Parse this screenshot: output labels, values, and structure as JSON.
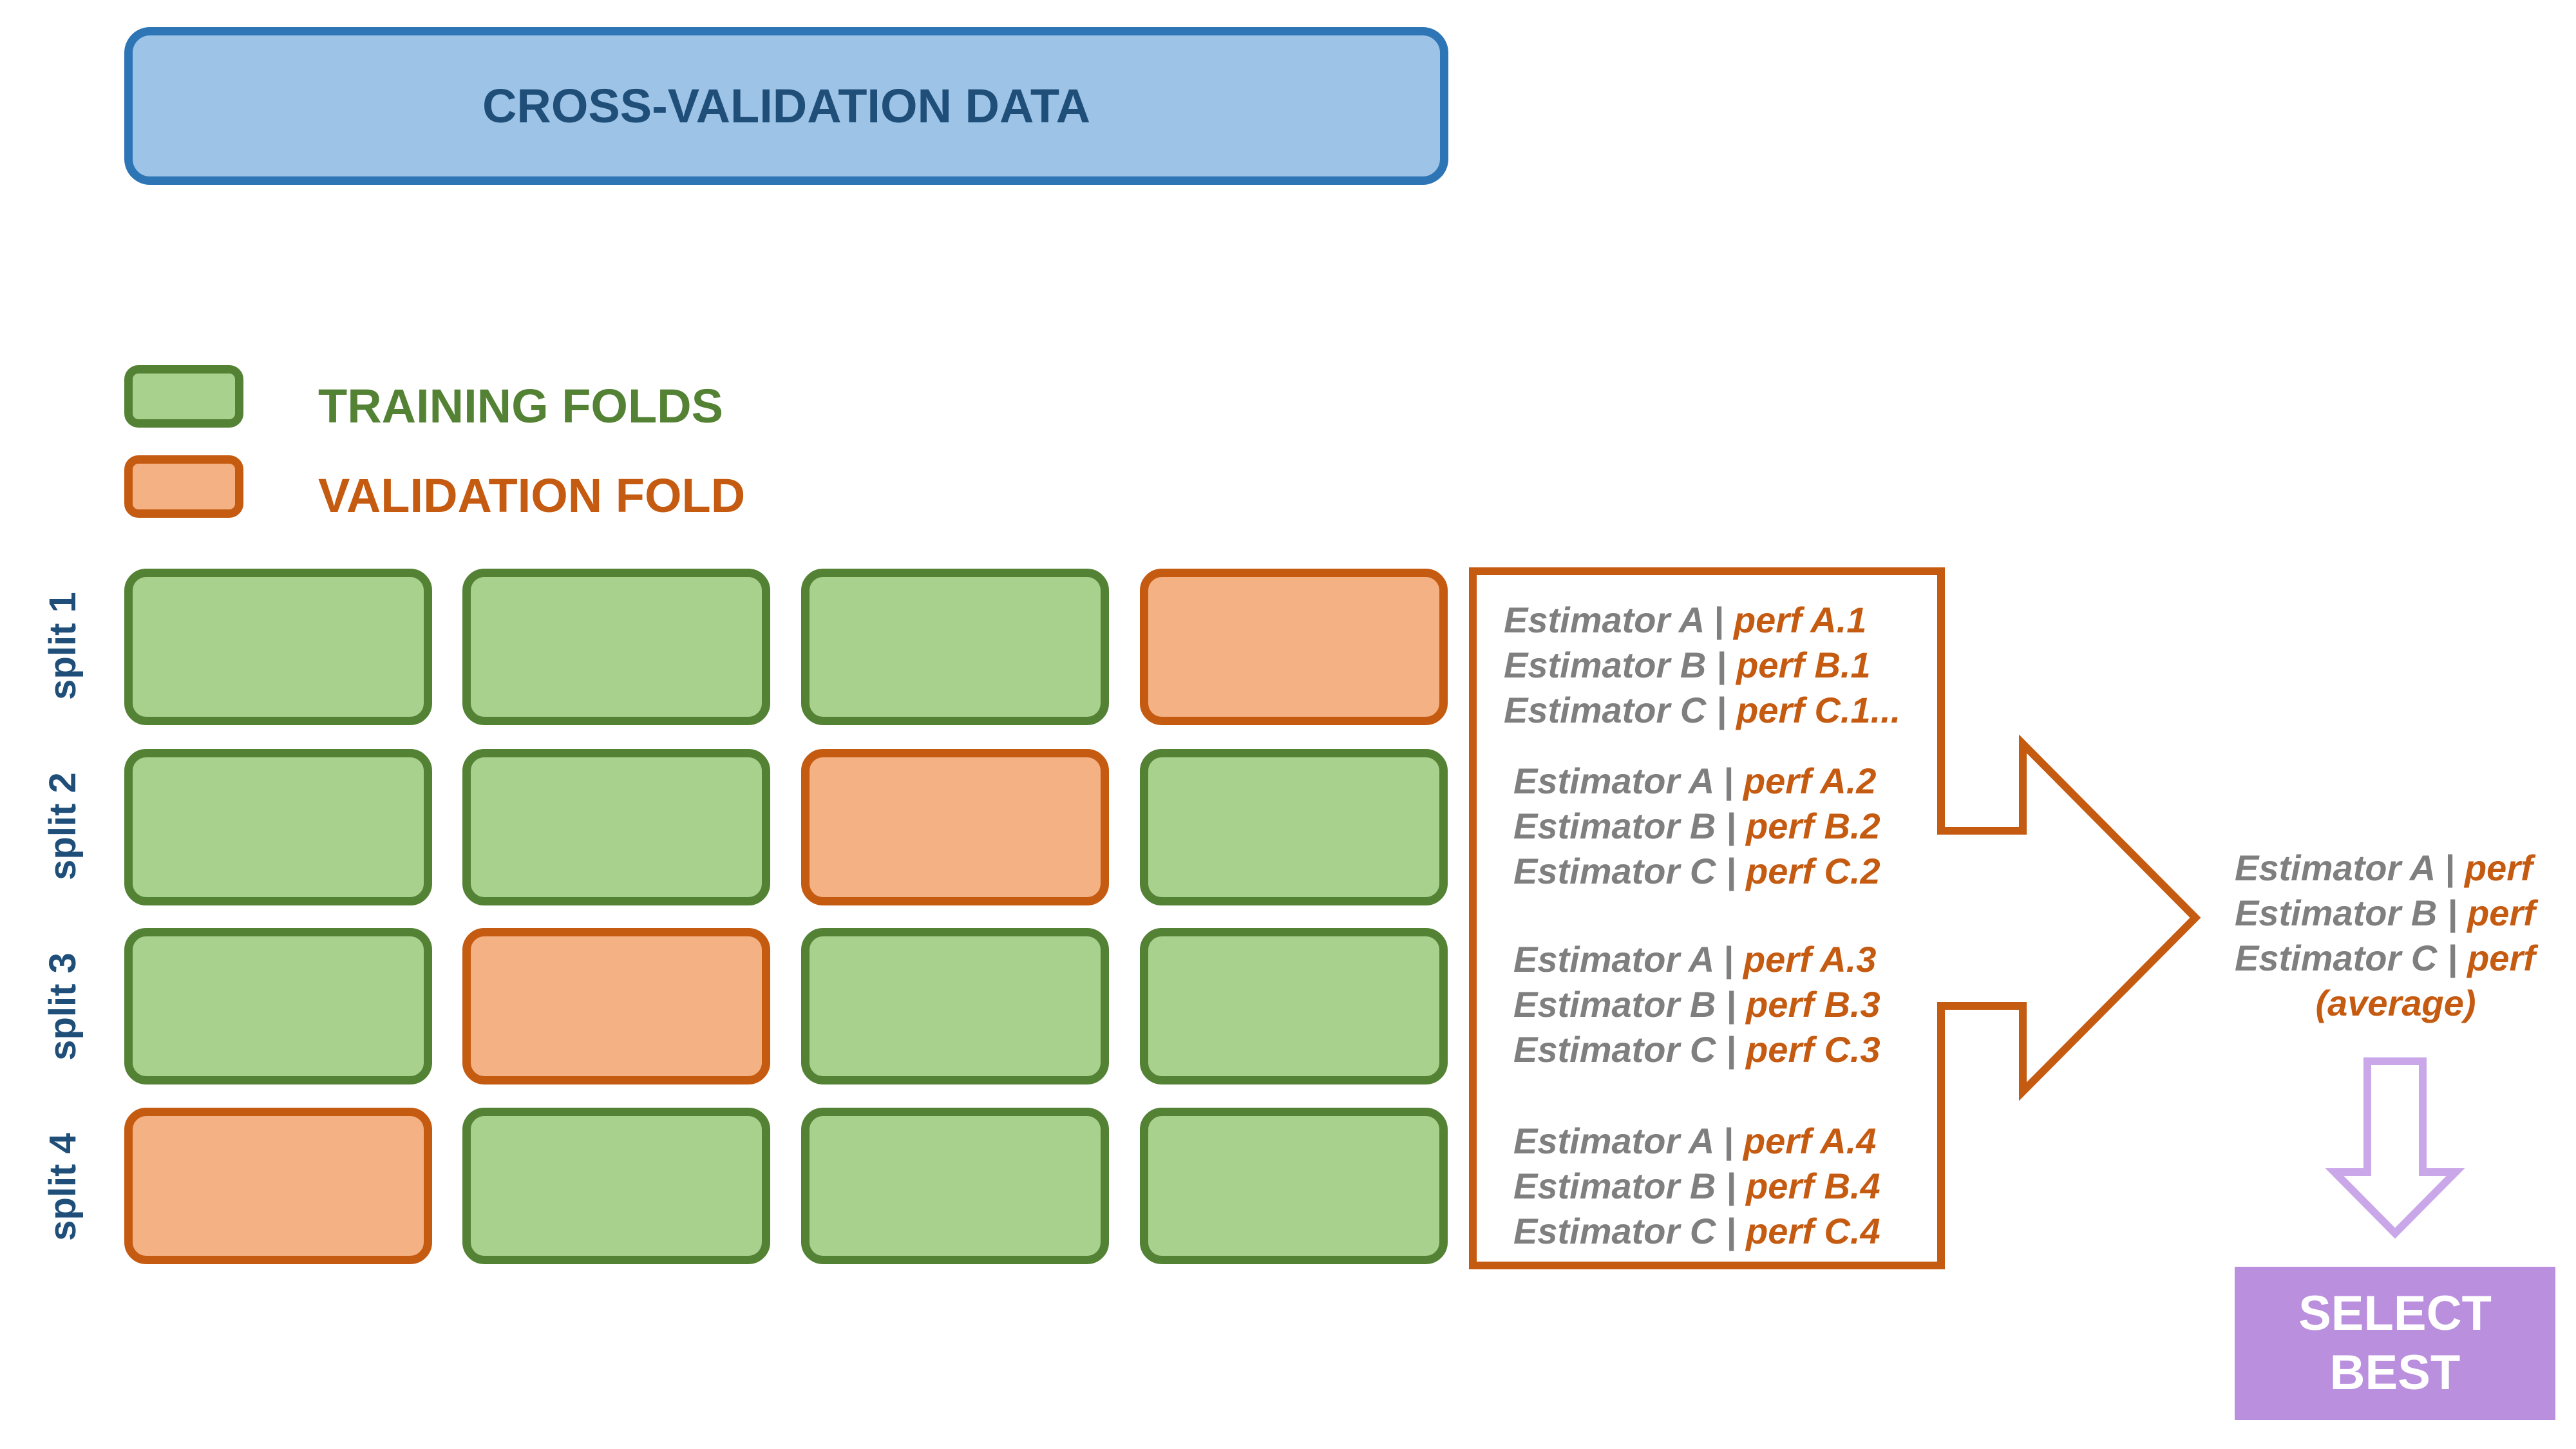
{
  "header": {
    "title": "CROSS-VALIDATION DATA"
  },
  "legend": {
    "training": "TRAINING FOLDS",
    "validation": "VALIDATION FOLD"
  },
  "colors": {
    "train_fill": "#a9d18e",
    "train_border": "#548235",
    "val_fill": "#f4b183",
    "val_border": "#c55a11",
    "header_fill": "#9dc3e6",
    "header_border": "#2e75b6",
    "select_fill": "#b98fde",
    "down_arrow": "#c9a7e8"
  },
  "splits": [
    {
      "label": "split 1",
      "validation_fold": 4,
      "results": [
        {
          "estimator": "Estimator A",
          "sep": " | ",
          "perf": "perf A.1"
        },
        {
          "estimator": "Estimator B",
          "sep": " | ",
          "perf": "perf B.1"
        },
        {
          "estimator": "Estimator C",
          "sep": " | ",
          "perf": "perf C.1..."
        }
      ]
    },
    {
      "label": "split 2",
      "validation_fold": 3,
      "results": [
        {
          "estimator": "Estimator A",
          "sep": " | ",
          "perf": "perf A.2"
        },
        {
          "estimator": "Estimator B",
          "sep": " | ",
          "perf": "perf B.2"
        },
        {
          "estimator": "Estimator C",
          "sep": " | ",
          "perf": "perf C.2"
        }
      ]
    },
    {
      "label": "split 3",
      "validation_fold": 2,
      "results": [
        {
          "estimator": "Estimator A",
          "sep": " | ",
          "perf": "perf A.3"
        },
        {
          "estimator": "Estimator B",
          "sep": " | ",
          "perf": "perf B.3"
        },
        {
          "estimator": "Estimator C",
          "sep": " | ",
          "perf": "perf C.3"
        }
      ]
    },
    {
      "label": "split 4",
      "validation_fold": 1,
      "results": [
        {
          "estimator": "Estimator A",
          "sep": " | ",
          "perf": "perf A.4"
        },
        {
          "estimator": "Estimator B",
          "sep": " | ",
          "perf": "perf B.4"
        },
        {
          "estimator": "Estimator C",
          "sep": " | ",
          "perf": "perf C.4"
        }
      ]
    }
  ],
  "summary": {
    "lines": [
      {
        "estimator": "Estimator A",
        "sep": " | ",
        "perf": "perf"
      },
      {
        "estimator": "Estimator B",
        "sep": " | ",
        "perf": "perf"
      },
      {
        "estimator": "Estimator C",
        "sep": " | ",
        "perf": "perf"
      }
    ],
    "note": "(average)"
  },
  "select": {
    "line1": "SELECT",
    "line2": "BEST"
  }
}
